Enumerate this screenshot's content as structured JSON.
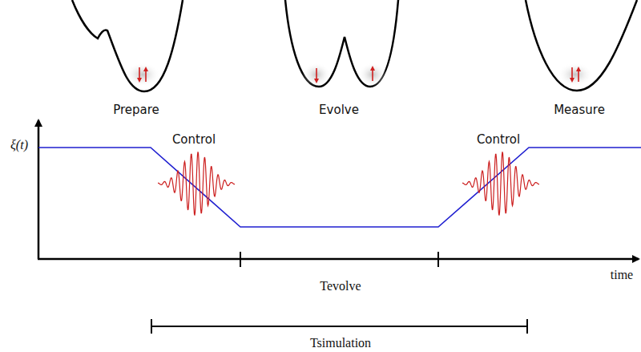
{
  "diagram": {
    "labels": [
      "Prepare",
      "Evolve",
      "Measure",
      "ξ(t)",
      "Control",
      "Control",
      "time",
      "Tevolve",
      "Tsimulation"
    ]
  }
}
